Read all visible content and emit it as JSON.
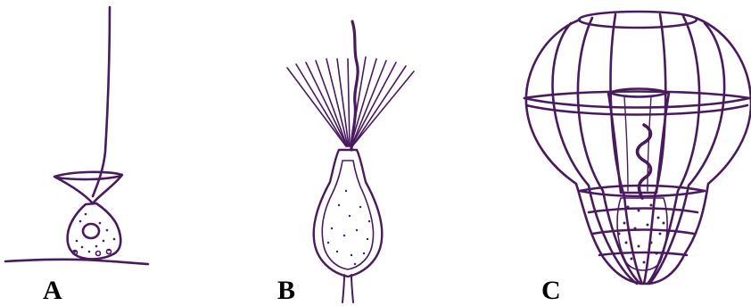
{
  "colors": {
    "ink": "#4a1a5e",
    "label": "#000000",
    "background": "#ffffff"
  },
  "panels": [
    {
      "label": "A"
    },
    {
      "label": "B"
    },
    {
      "label": "C"
    }
  ]
}
